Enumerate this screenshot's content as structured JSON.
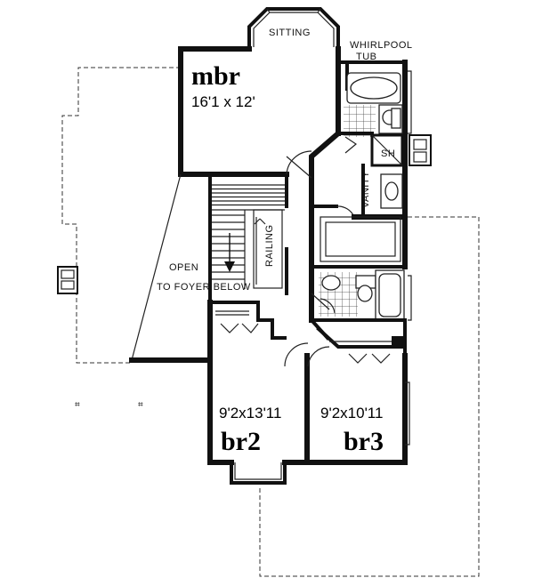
{
  "rooms": {
    "mbr": {
      "name": "mbr",
      "size": "16'1 x 12'"
    },
    "br2": {
      "name": "br2",
      "size": "9'2x13'11"
    },
    "br3": {
      "name": "br3",
      "size": "9'2x10'11"
    }
  },
  "labels": {
    "sitting": "SITTING",
    "whirlpool_line1": "WHIRLPOOL",
    "whirlpool_line2": "TUB",
    "shower": "SH",
    "vanity": "VANITY",
    "railing": "RAILING",
    "open_line1": "OPEN",
    "open_line2": "TO FOYER BELOW"
  }
}
